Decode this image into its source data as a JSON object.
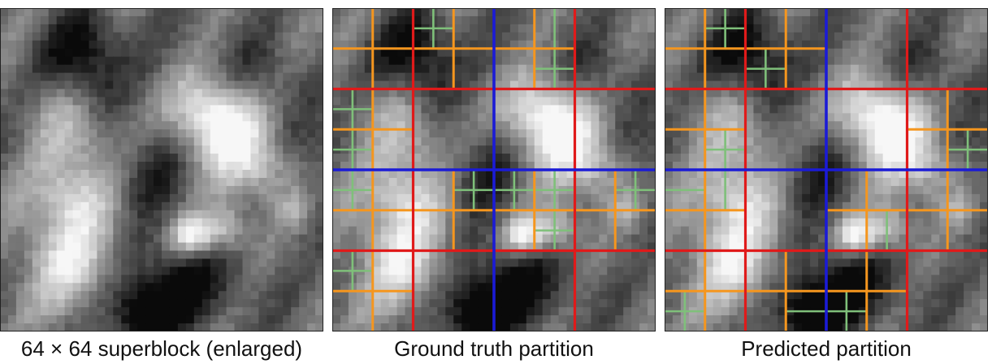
{
  "captions": {
    "superblock": "64 × 64 superblock (enlarged)",
    "ground_truth": "Ground truth partition",
    "predicted": "Predicted partition"
  },
  "partition_colors": {
    "level_64": "#1b1bd6",
    "level_32": "#e01a1a",
    "level_16": "#f5961e",
    "level_8": "#7fc07a"
  }
}
